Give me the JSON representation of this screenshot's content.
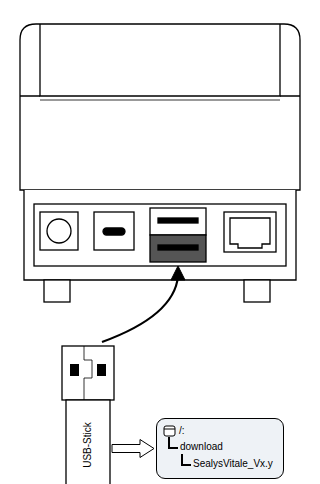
{
  "diagram": {
    "nodes": [
      {
        "text": [
          "USB-Stick"
        ]
      },
      {
        "text": [
          "/:",
          "download",
          "SealysVitale_Vx.y"
        ]
      }
    ],
    "edges": [
      {
        "from": 0,
        "to": 1,
        "arrow": "to"
      }
    ]
  }
}
